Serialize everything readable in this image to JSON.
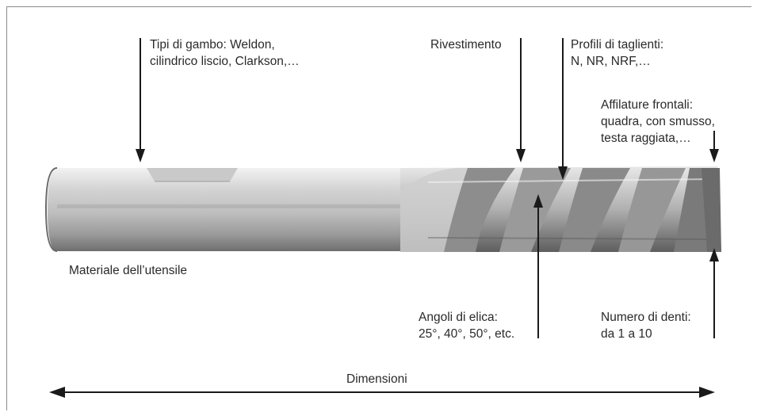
{
  "labels": {
    "shank": "Tipi di gambo: Weldon,\ncilindrico liscio, Clarkson,…",
    "coating": "Rivestimento",
    "profiles": "Profili di taglienti:\nN, NR, NRF,…",
    "end_grind": "Affilature frontali:\nquadra, con smusso,\ntesta raggiata,…",
    "material": "Materiale dell’utensile",
    "helix": "Angoli di elica:\n25°, 40°, 50°, etc.",
    "teeth": "Numero di denti:\nda 1 a 10",
    "dimensions": "Dimensioni"
  },
  "colors": {
    "text": "#2a2a2a",
    "arrow": "#1a1a1a",
    "frame": "#8a8a8a",
    "tool_light": "#d9d9d9",
    "tool_dark": "#7c7c7c"
  }
}
